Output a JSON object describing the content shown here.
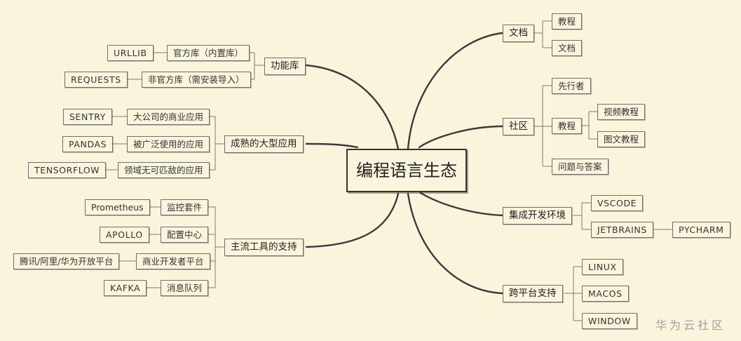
{
  "root": "编程语言生态",
  "watermark": "华为云社区",
  "left": {
    "libs": {
      "label": "功能库",
      "official": "官方库（内置库）",
      "urllib": "URLLIB",
      "unofficial": "非官方库（需安装导入）",
      "requests": "REQUESTS"
    },
    "apps": {
      "label": "成熟的大型应用",
      "bigco": "大公司的商业应用",
      "sentry": "SENTRY",
      "wide": "被广泛使用的应用",
      "pandas": "PANDAS",
      "peerless": "领域无可匹敌的应用",
      "tensorflow": "TENSORFLOW"
    },
    "tools": {
      "label": "主流工具的支持",
      "monitor": "监控套件",
      "prometheus": "Prometheus",
      "config": "配置中心",
      "apollo": "APOLLO",
      "commercial": "商业开发者平台",
      "platforms": "腾讯/阿里/华为开放平台",
      "mq": "消息队列",
      "kafka": "KAFKA"
    }
  },
  "right": {
    "docs": {
      "label": "文档",
      "tutorial": "教程",
      "doc": "文档"
    },
    "community": {
      "label": "社区",
      "pioneers": "先行者",
      "tutorial": "教程",
      "video": "视频教程",
      "graphic": "图文教程",
      "qa": "问题与答案"
    },
    "ide": {
      "label": "集成开发环境",
      "vscode": "VSCODE",
      "jetbrains": "JETBRAINS",
      "pycharm": "PYCHARM"
    },
    "cross": {
      "label": "跨平台支持",
      "linux": "LINUX",
      "macos": "MACOS",
      "windows": "WINDOW"
    }
  }
}
